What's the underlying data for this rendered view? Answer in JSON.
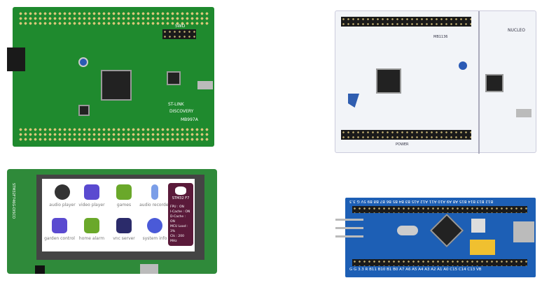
{
  "boards": {
    "discovery_f4": {
      "labels": [
        "SWD",
        "ST-LINK",
        "DISCOVERY",
        "MB997A"
      ],
      "color": "#1f8a2e"
    },
    "nucleo": {
      "labels": [
        "NUCLEO",
        "POWER",
        "MB1136"
      ],
      "color": "#f2f4f8"
    },
    "discovery_f7": {
      "side_label": "STM32F746G-DISCO",
      "apps": [
        "audio player",
        "video player",
        "games",
        "audio recorder",
        "garden control",
        "home alarm",
        "vnc server",
        "system info"
      ],
      "brand": "STM32 F7",
      "info": [
        "FPU : ON",
        "I-Cache : ON",
        "D-Cache : ON",
        "MCU Load : 3%",
        "Clk : 200 MHz"
      ],
      "color": "#2f8a3a"
    },
    "blue_pill": {
      "top_pins": "B12 B13 B14 B15 A8 A9 A10 A11 A12 A15 B3 B4 B5 B6 B7 B8 B9 5V G 3.3",
      "bottom_pins": "G G 3.3 R B11 B10 B1 B0 A7 A6 A5 A4 A3 A2 A1 A0 C15 C14 C13 VB",
      "color": "#1d5fb5"
    }
  }
}
